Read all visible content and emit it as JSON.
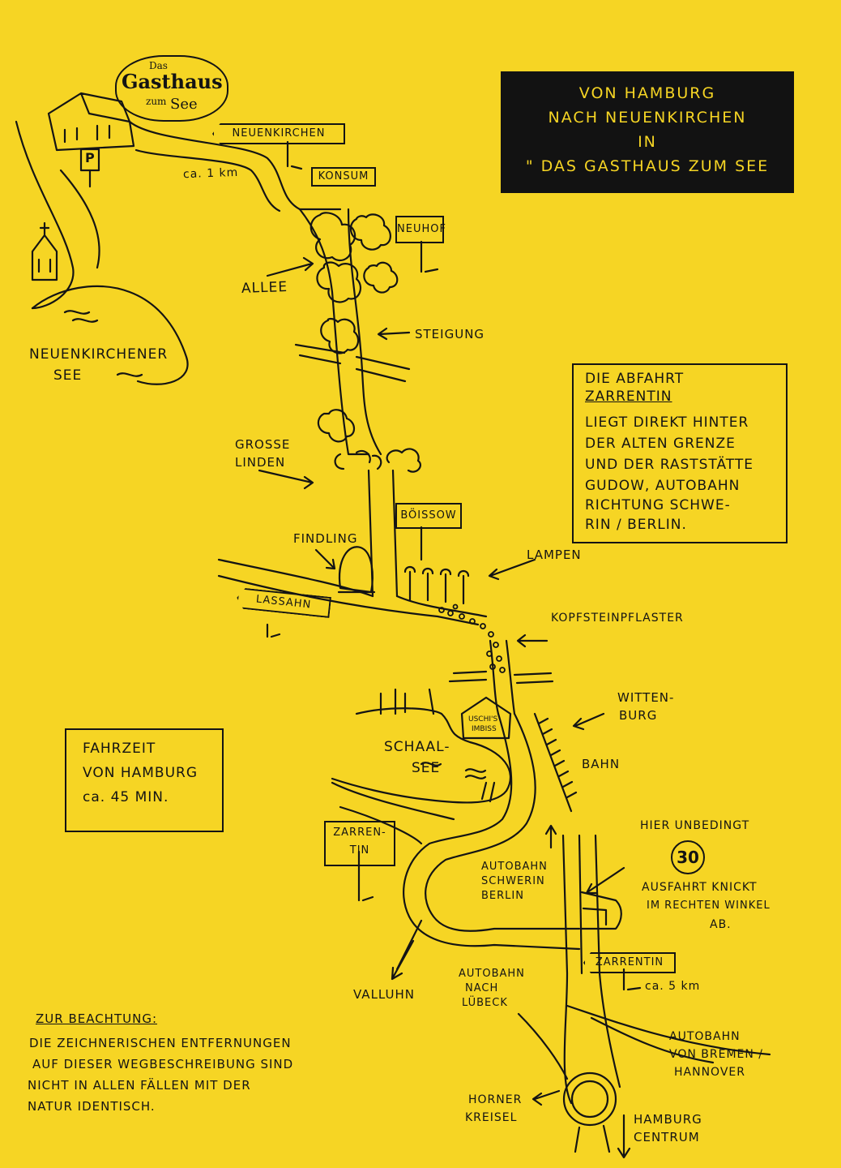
{
  "title": {
    "line1": "VON HAMBURG",
    "line2": "NACH NEUENKIRCHEN",
    "line3": "IN",
    "line4": "\" DAS GASTHAUS ZUM SEE"
  },
  "logo": {
    "line1": "Das",
    "line2": "Gasthaus",
    "line3": "zum",
    "line4": "See"
  },
  "signs": {
    "neuenkirchen": "NEUENKIRCHEN",
    "konsum": "KONSUM",
    "neuhof": "NEUHOF",
    "boissow": "BÖISSOW",
    "lassahn": "LASSAHN",
    "zarrentin_sign": "ZARREN-\nTIN",
    "zarrentin_exit": "ZARRENTIN",
    "parking": "P"
  },
  "labels": {
    "distance_1km": "ca. 1 km",
    "allee": "ALLEE",
    "steigung": "STEIGUNG",
    "lake_neuenkirchener_1": "NEUENKIRCHENER",
    "lake_neuenkirchener_2": "SEE",
    "grosse_linden_1": "GROSSE",
    "grosse_linden_2": "LINDEN",
    "findling": "FINDLING",
    "lampen": "LAMPEN",
    "kopfsteinpflaster": "KOPFSTEINPFLASTER",
    "witten_burg_1": "WITTEN-",
    "witten_burg_2": "BURG",
    "bahn": "BAHN",
    "uschis_1": "USCHI'S",
    "uschis_2": "IMBISS",
    "schaalsee_1": "SCHAAL-",
    "schaalsee_2": "SEE",
    "autobahn_schwerin_1": "AUTOBAHN",
    "autobahn_schwerin_2": "SCHWERIN",
    "autobahn_schwerin_3": "BERLIN",
    "hier_unbedingt": "HIER UNBEDINGT",
    "speed_limit": "30",
    "ausfahrt_1": "AUSFAHRT KNICKT",
    "ausfahrt_2": "IM RECHTEN WINKEL",
    "ausfahrt_3": "AB.",
    "distance_5km": "ca. 5 km",
    "valluhn": "VALLUHN",
    "autobahn_luebeck_1": "AUTOBAHN",
    "autobahn_luebeck_2": "NACH",
    "autobahn_luebeck_3": "LÜBECK",
    "autobahn_bremen_1": "AUTOBAHN",
    "autobahn_bremen_2": "VON BREMEN /",
    "autobahn_bremen_3": "HANNOVER",
    "horner_1": "HORNER",
    "horner_2": "KREISEL",
    "hamburg_1": "HAMBURG",
    "hamburg_2": "CENTRUM"
  },
  "notes": {
    "abfahrt_title_1": "DIE ABFAHRT",
    "abfahrt_title_2": "ZARRENTIN",
    "abfahrt_body_1": "LIEGT DIREKT HINTER",
    "abfahrt_body_2": "DER ALTEN GRENZE",
    "abfahrt_body_3": "UND DER RASTSTÄTTE",
    "abfahrt_body_4": "GUDOW, AUTOBAHN",
    "abfahrt_body_5": "RICHTUNG SCHWE-",
    "abfahrt_body_6": "RIN / BERLIN.",
    "fahrzeit_1": "FAHRZEIT",
    "fahrzeit_2": "VON HAMBURG",
    "fahrzeit_3": "ca. 45 MIN.",
    "beachtung_title": "ZUR BEACHTUNG:",
    "beachtung_1": "DIE ZEICHNERISCHEN ENTFERNUNGEN",
    "beachtung_2": "AUF DIESER WEGBESCHREIBUNG SIND",
    "beachtung_3": "NICHT IN ALLEN FÄLLEN MIT DER",
    "beachtung_4": "NATUR IDENTISCH."
  },
  "colors": {
    "paper": "#f6d524",
    "ink": "#141414"
  }
}
